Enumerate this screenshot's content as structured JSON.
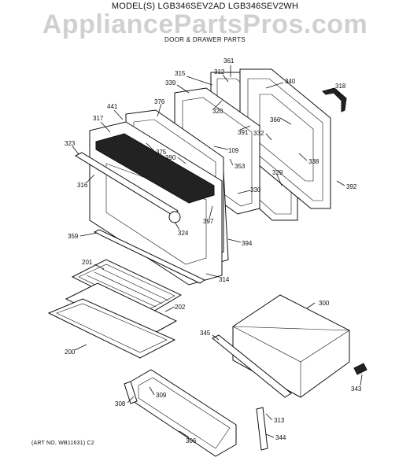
{
  "header": {
    "model_title": "MODEL(S) LGB346SEV2AD  LGB346SEV2WH",
    "watermark": "AppliancePartsPros.com",
    "subtitle": "DOOR & DRAWER PARTS"
  },
  "footer": {
    "art_no": "(ART NO. WB11631) C2"
  },
  "callouts": {
    "c361": "361",
    "c312": "312",
    "c315": "315",
    "c340": "340",
    "c318": "318",
    "c339": "339",
    "c376": "376",
    "c320": "320",
    "c441": "441",
    "c317": "317",
    "c366": "366",
    "c391": "391",
    "c332": "332",
    "c323": "323",
    "c375": "375",
    "c109": "109",
    "c390": "390",
    "c353": "353",
    "c338": "338",
    "c316": "316",
    "c329": "329",
    "c392": "392",
    "c330": "330",
    "c397": "397",
    "c324": "324",
    "c359": "359",
    "c394": "394",
    "c314": "314",
    "c201": "201",
    "c300": "300",
    "c202": "202",
    "c345": "345",
    "c200": "200",
    "c343": "343",
    "c309": "309",
    "c308": "308",
    "c313": "313",
    "c344": "344",
    "c306": "306"
  }
}
